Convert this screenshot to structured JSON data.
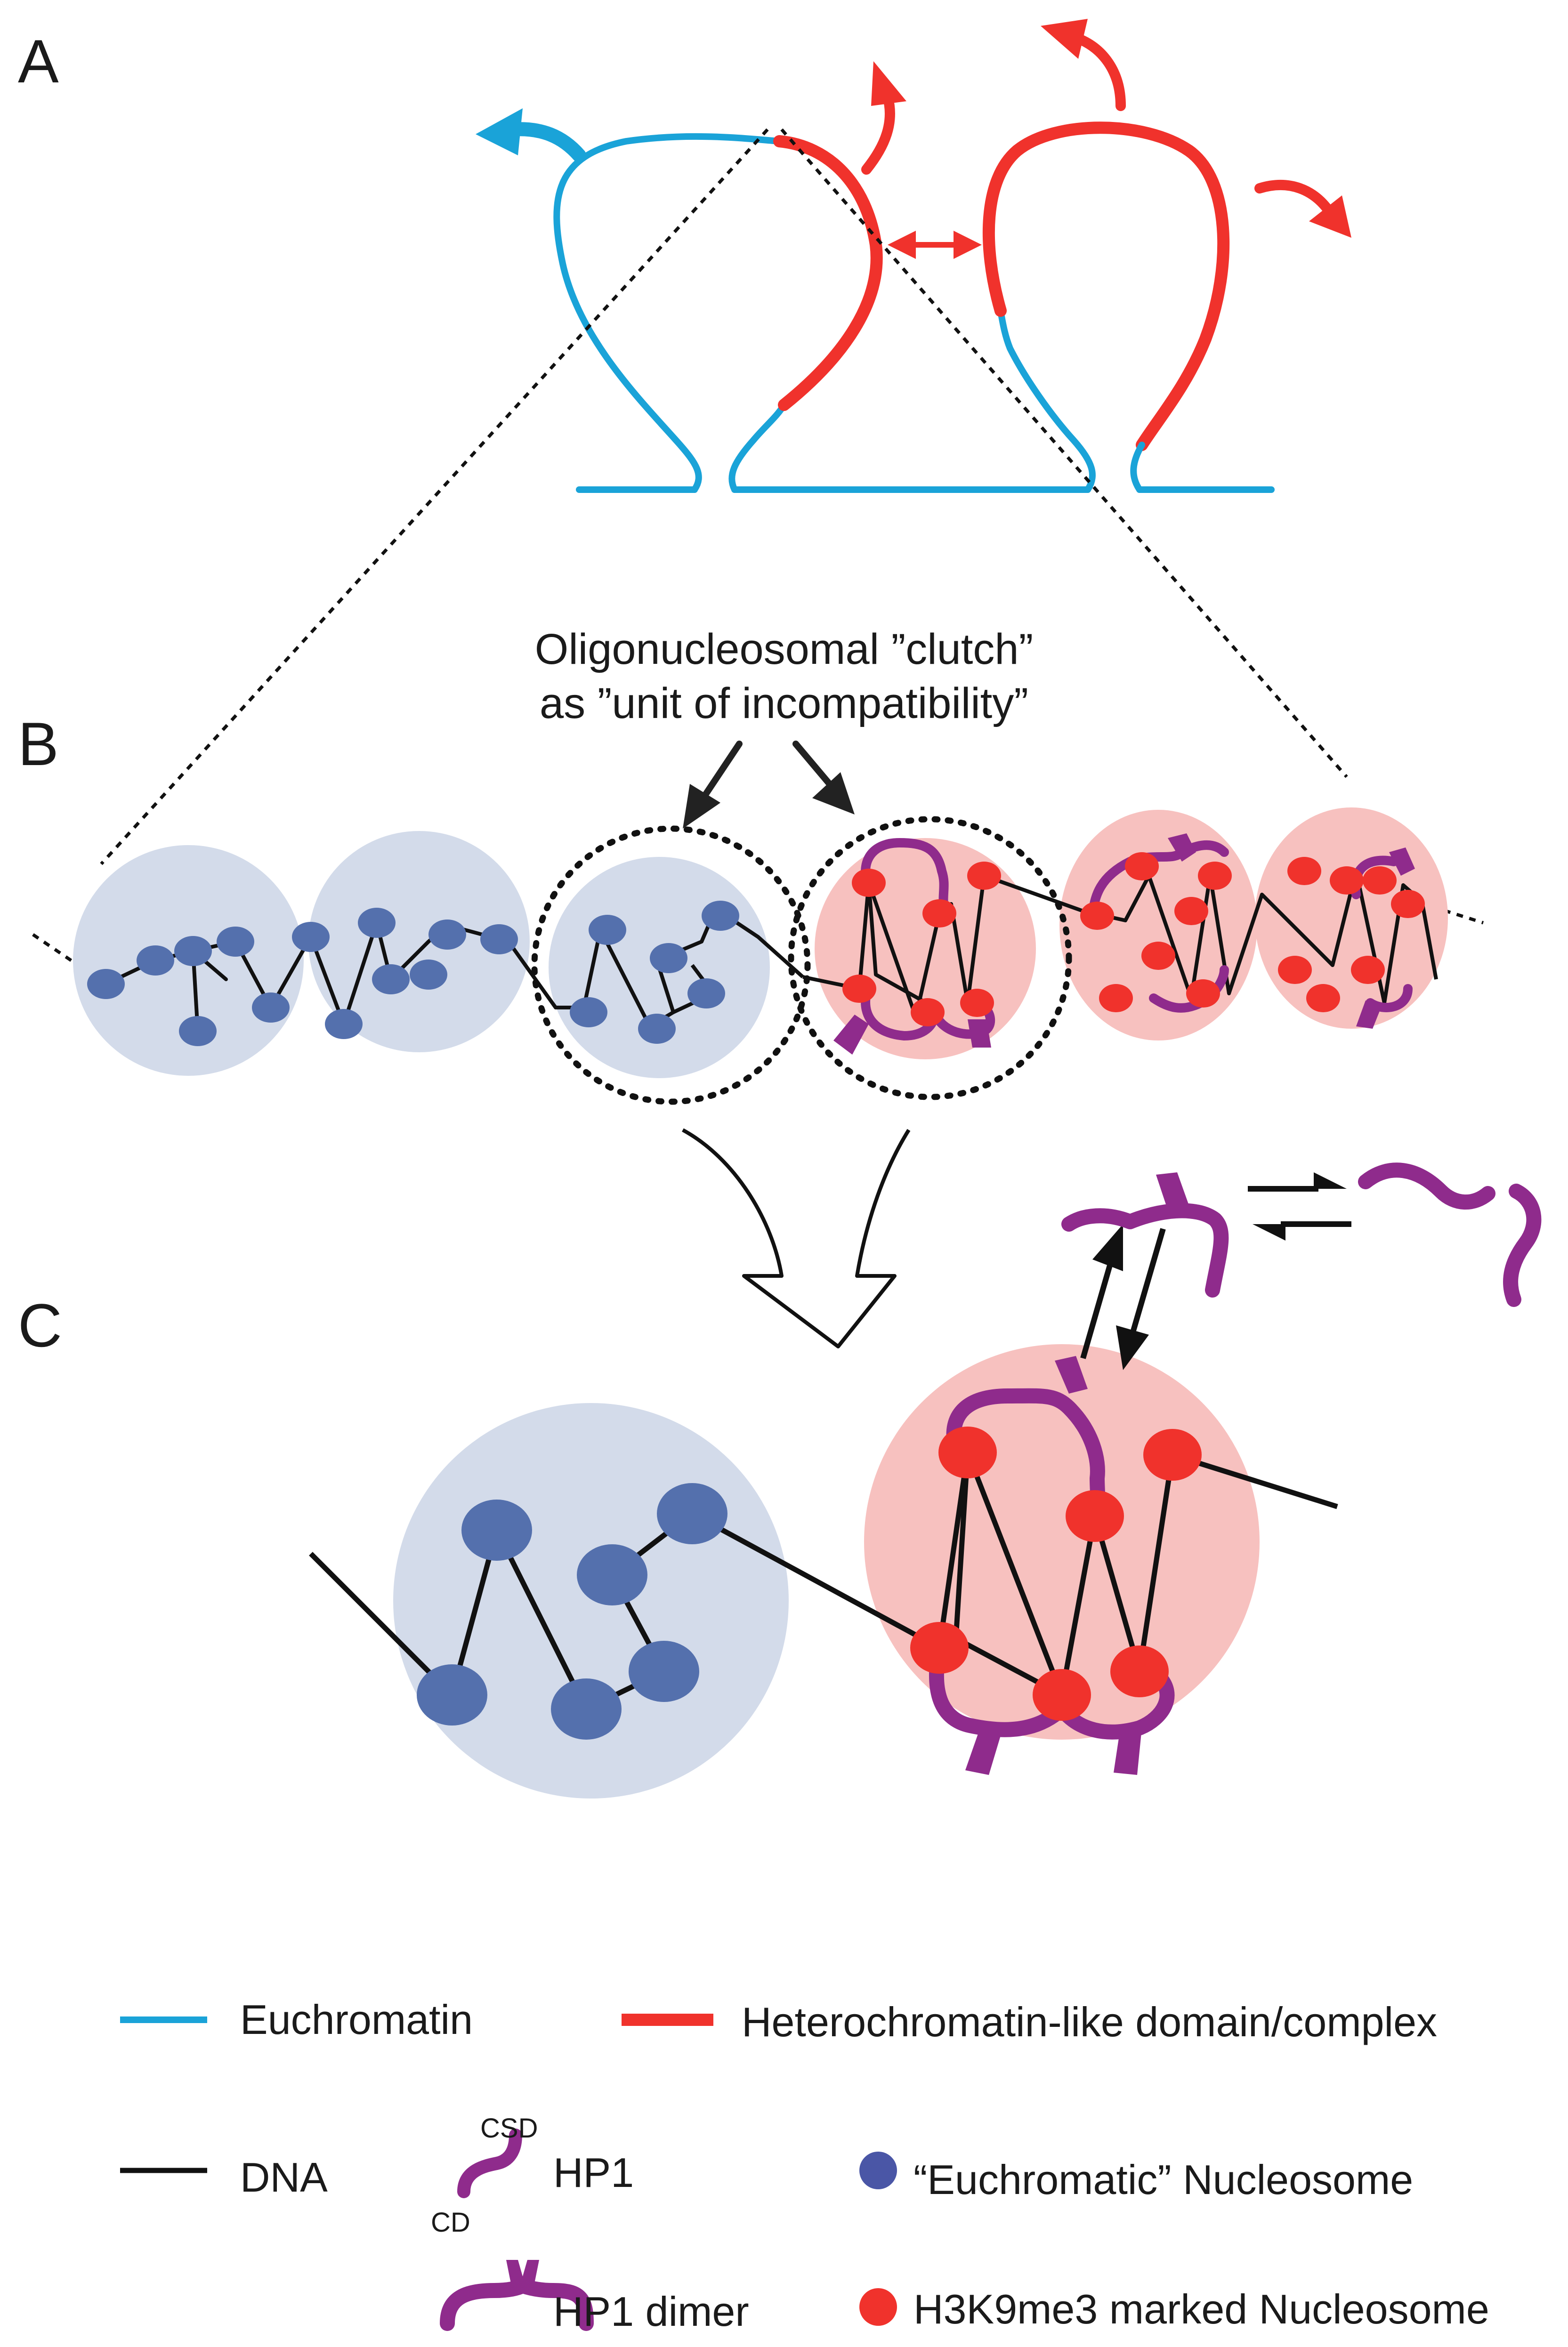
{
  "panels": {
    "a": "A",
    "b": "B",
    "c": "C"
  },
  "clutch_caption": {
    "line1": "Oligonucleosomal ”clutch”",
    "line2": "as ”unit of incompatibility”"
  },
  "legend": {
    "euchromatin": "Euchromatin",
    "heterochromatin": "Heterochromatin-like domain/complex",
    "dna": "DNA",
    "hp1": "HP1",
    "hp1_csd": "CSD",
    "hp1_cd": "CD",
    "euchromatic_nucleosome": "“Euchromatic” Nucleosome",
    "hp1_dimer": "HP1 dimer",
    "h3k9me3_nucleosome": "H3K9me3 marked Nucleosome"
  },
  "colors": {
    "euchromatin": "#1aa3d8",
    "heterochromatin": "#f0322c",
    "dna": "#111111",
    "hp1": "#8f2b8c",
    "nucleosome_blue": "#5470ad",
    "nucleosome_red": "#f0322c",
    "blue_domain": "#d3dbea",
    "red_domain": "#f7c1bf"
  }
}
